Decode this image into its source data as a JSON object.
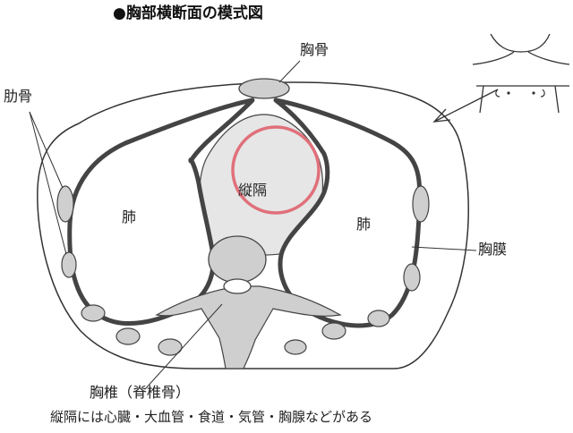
{
  "title": "●胸部横断面の模式図",
  "labels": {
    "sternum": "胸骨",
    "rib": "肋骨",
    "lung_left": "肺",
    "lung_right": "肺",
    "mediastinum": "縦隔",
    "pleura": "胸膜",
    "vertebra": "胸椎（脊椎骨）"
  },
  "caption": "縦隔には心臓・大血管・食道・気管・胸腺などがある",
  "colors": {
    "line": "#333333",
    "fill_gray": "#cfcfcf",
    "mediastinum_fill": "#e6e6e6",
    "highlight_circle": "#e0707a"
  }
}
